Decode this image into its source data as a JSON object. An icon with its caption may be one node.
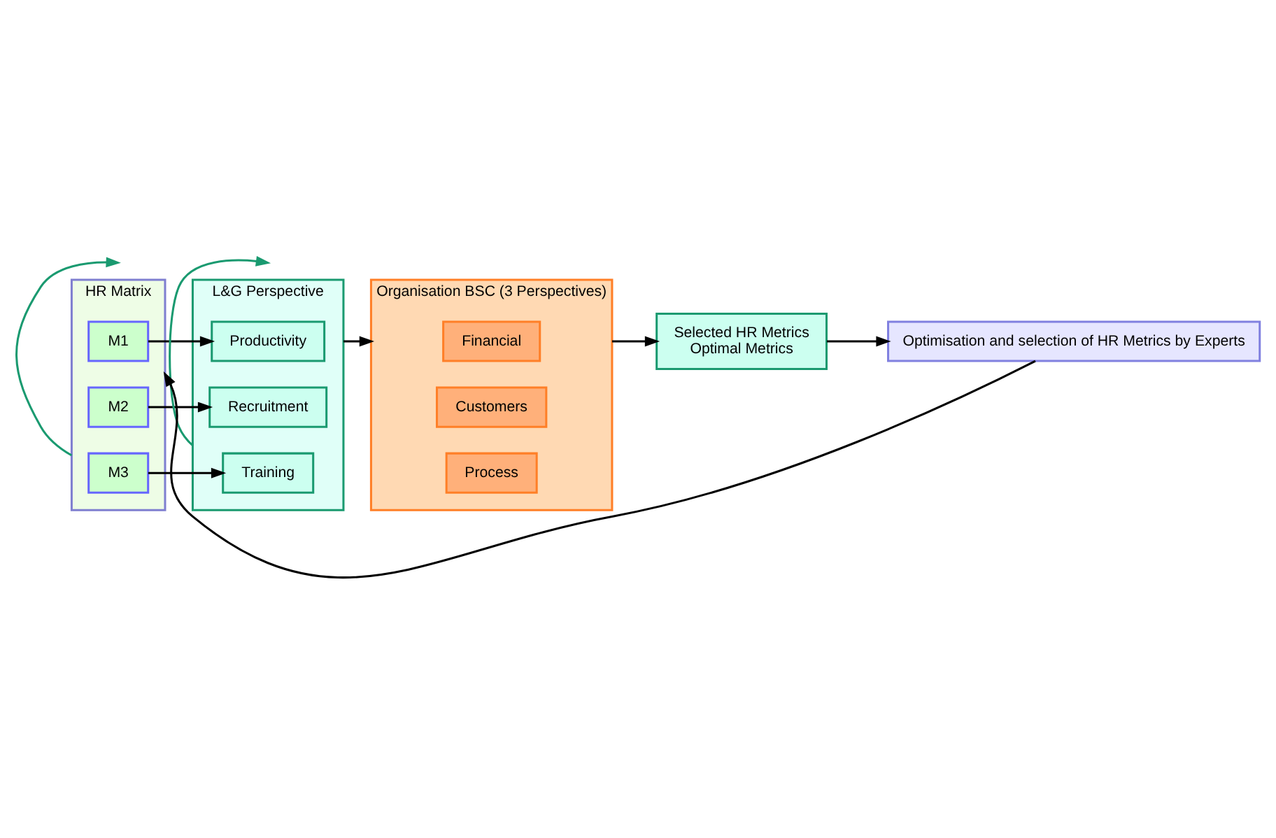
{
  "diagram": {
    "nodes": [
      {
        "text": [
          "HR Matrix"
        ]
      },
      {
        "text": [
          "M1"
        ],
        "in": 0
      },
      {
        "text": [
          "M2"
        ],
        "in": 0
      },
      {
        "text": [
          "M3"
        ],
        "in": 0
      },
      {
        "text": [
          "L&G Perspective"
        ]
      },
      {
        "text": [
          "Productivity"
        ],
        "in": 4
      },
      {
        "text": [
          "Recruitment"
        ],
        "in": 4
      },
      {
        "text": [
          "Training"
        ],
        "in": 4
      },
      {
        "text": [
          "Organisation BSC (3 Perspectives)"
        ]
      },
      {
        "text": [
          "Financial"
        ],
        "in": 8
      },
      {
        "text": [
          "Customers"
        ],
        "in": 8
      },
      {
        "text": [
          "Process"
        ],
        "in": 8
      },
      {
        "text": [
          "Selected HR Metrics",
          "Optimal Metrics"
        ]
      },
      {
        "text": [
          "Optimisation and selection of HR Metrics by Experts"
        ]
      }
    ],
    "edges": [
      {
        "from": 1,
        "to": 5,
        "arrow": "to"
      },
      {
        "from": 2,
        "to": 6,
        "arrow": "to"
      },
      {
        "from": 3,
        "to": 7,
        "arrow": "to"
      },
      {
        "from": 4,
        "to": 8,
        "arrow": "to"
      },
      {
        "from": 8,
        "to": 12,
        "arrow": "to"
      },
      {
        "from": 12,
        "to": 13,
        "arrow": "to"
      },
      {
        "from": 13,
        "to": 0,
        "arrow": "to"
      },
      {
        "from": 0,
        "to": null,
        "arrow": "to",
        "color": "#1a9a70"
      },
      {
        "from": 4,
        "to": null,
        "arrow": "to",
        "color": "#1a9a70"
      }
    ]
  }
}
